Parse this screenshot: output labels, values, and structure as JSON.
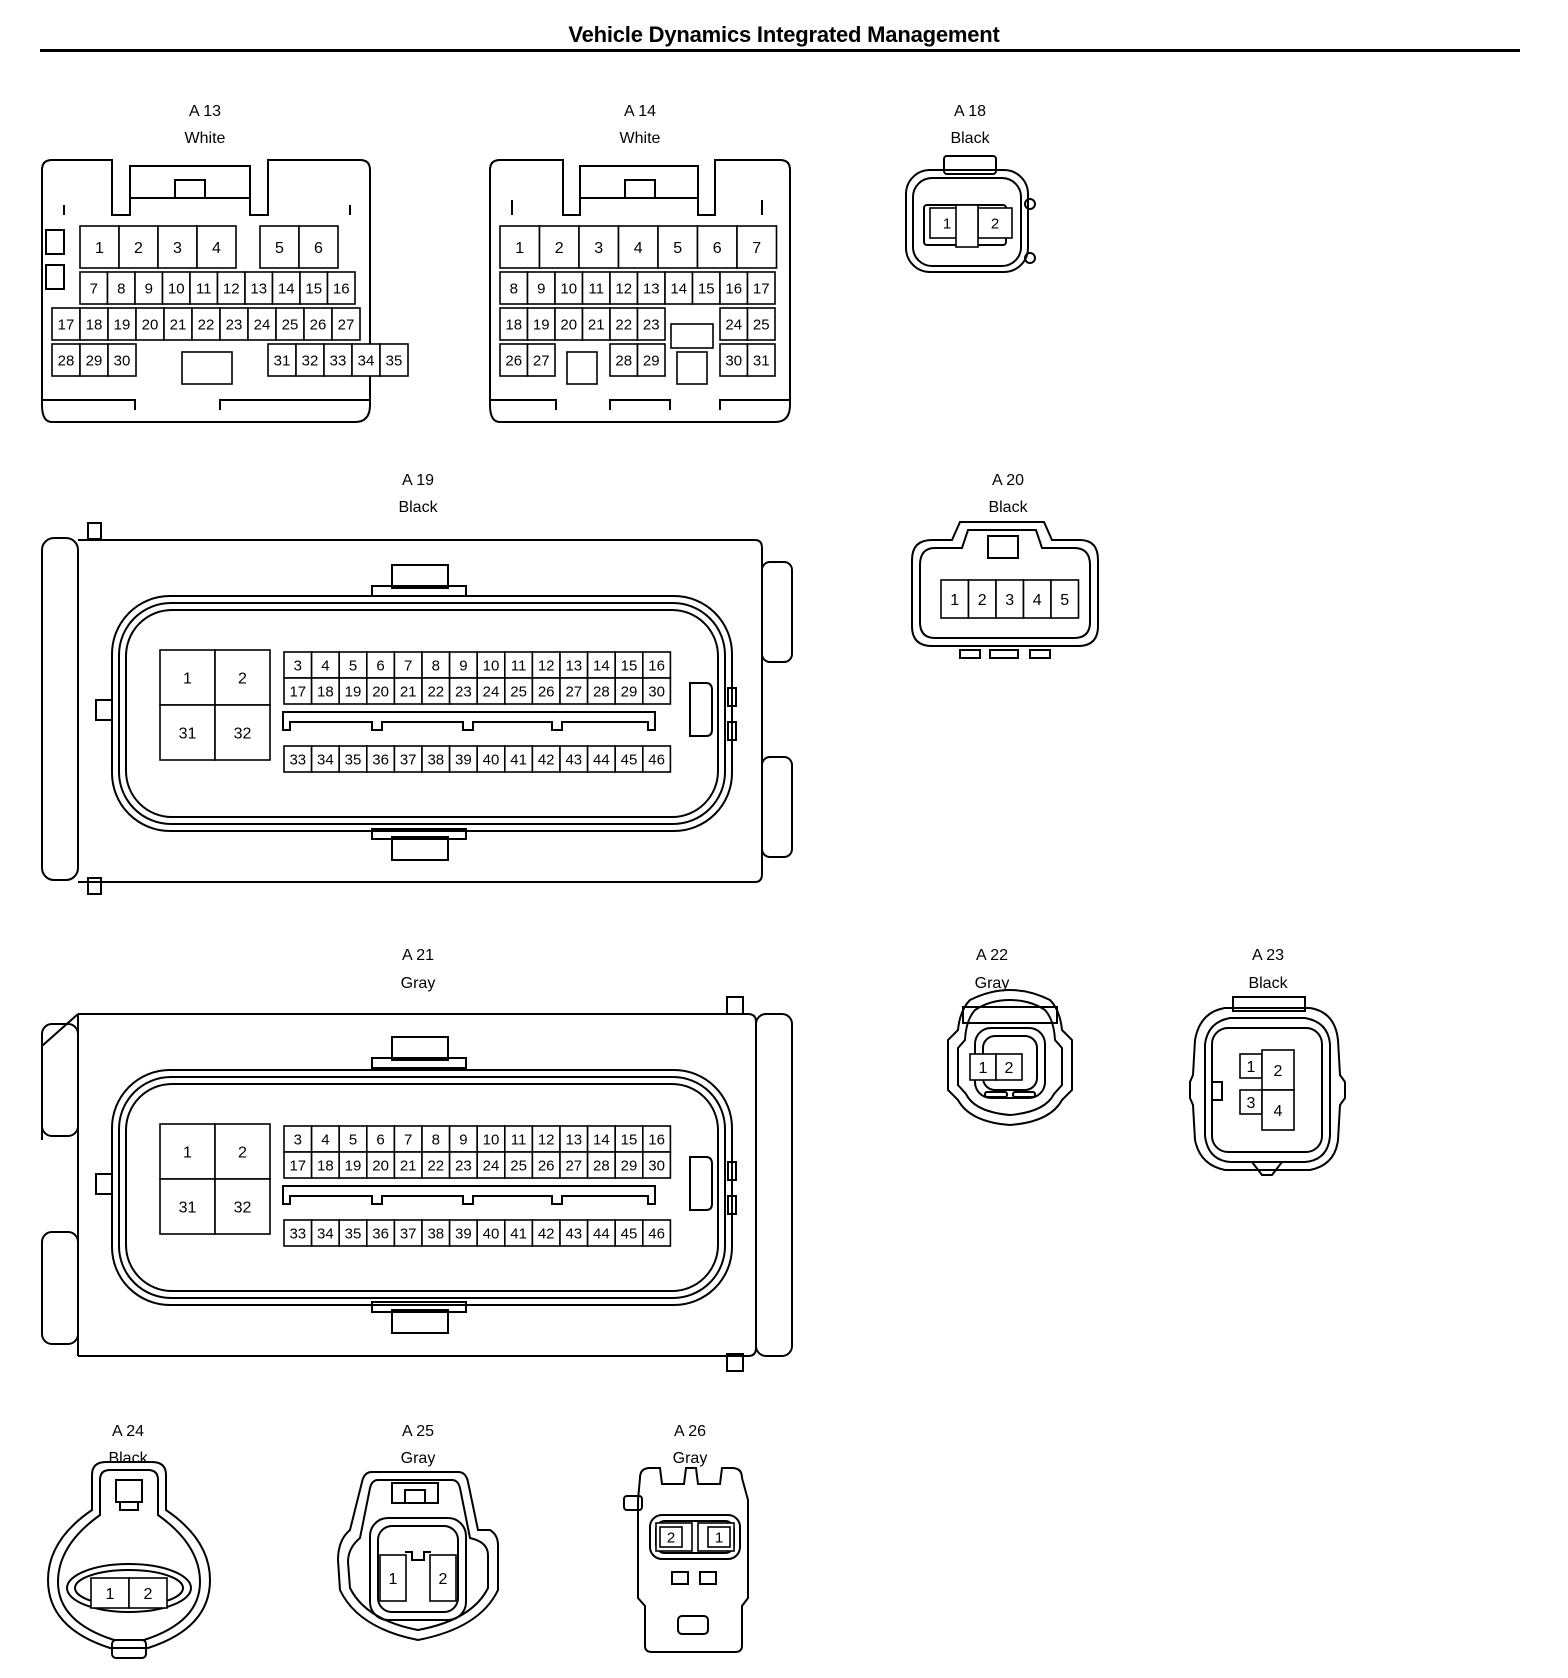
{
  "title": "Vehicle Dynamics Integrated Management",
  "connectors": [
    {
      "id": "A13",
      "code": "A 13",
      "color": "White"
    },
    {
      "id": "A14",
      "code": "A 14",
      "color": "White"
    },
    {
      "id": "A18",
      "code": "A 18",
      "color": "Black"
    },
    {
      "id": "A19",
      "code": "A 19",
      "color": "Black"
    },
    {
      "id": "A20",
      "code": "A 20",
      "color": "Black"
    },
    {
      "id": "A21",
      "code": "A 21",
      "color": "Gray"
    },
    {
      "id": "A22",
      "code": "A 22",
      "color": "Gray"
    },
    {
      "id": "A23",
      "code": "A 23",
      "color": "Black"
    },
    {
      "id": "A24",
      "code": "A 24",
      "color": "Black"
    },
    {
      "id": "A25",
      "code": "A 25",
      "color": "Gray"
    },
    {
      "id": "A26",
      "code": "A 26",
      "color": "Gray"
    }
  ],
  "pins": {
    "A13": {
      "row1": [
        "1",
        "2",
        "3",
        "4",
        "",
        "5",
        "6"
      ],
      "row2": [
        "7",
        "8",
        "9",
        "10",
        "11",
        "12",
        "13",
        "14",
        "15",
        "16"
      ],
      "row3": [
        "17",
        "18",
        "19",
        "20",
        "21",
        "22",
        "23",
        "24",
        "25",
        "26",
        "27"
      ],
      "row4": [
        "28",
        "29",
        "30",
        "",
        "31",
        "32",
        "33",
        "34",
        "35"
      ]
    },
    "A14": {
      "row1": [
        "1",
        "2",
        "3",
        "4",
        "5",
        "6",
        "7"
      ],
      "row2": [
        "8",
        "9",
        "10",
        "11",
        "12",
        "13",
        "14",
        "15",
        "16",
        "17"
      ],
      "row3": [
        "18",
        "19",
        "20",
        "21",
        "22",
        "23",
        "",
        "24",
        "25"
      ],
      "row4": [
        "26",
        "27",
        "",
        "28",
        "29",
        "",
        "30",
        "31"
      ]
    },
    "A18": [
      "1",
      "2"
    ],
    "A19": {
      "big": [
        "1",
        "2",
        "31",
        "32"
      ],
      "row1": [
        "3",
        "4",
        "5",
        "6",
        "7",
        "8",
        "9",
        "10",
        "11",
        "12",
        "13",
        "14",
        "15",
        "16"
      ],
      "row2": [
        "17",
        "18",
        "19",
        "20",
        "21",
        "22",
        "23",
        "24",
        "25",
        "26",
        "27",
        "28",
        "29",
        "30"
      ],
      "row3": [
        "33",
        "34",
        "35",
        "36",
        "37",
        "38",
        "39",
        "40",
        "41",
        "42",
        "43",
        "44",
        "45",
        "46"
      ]
    },
    "A20": [
      "1",
      "2",
      "3",
      "4",
      "5"
    ],
    "A21": {
      "big": [
        "1",
        "2",
        "31",
        "32"
      ],
      "row1": [
        "3",
        "4",
        "5",
        "6",
        "7",
        "8",
        "9",
        "10",
        "11",
        "12",
        "13",
        "14",
        "15",
        "16"
      ],
      "row2": [
        "17",
        "18",
        "19",
        "20",
        "21",
        "22",
        "23",
        "24",
        "25",
        "26",
        "27",
        "28",
        "29",
        "30"
      ],
      "row3": [
        "33",
        "34",
        "35",
        "36",
        "37",
        "38",
        "39",
        "40",
        "41",
        "42",
        "43",
        "44",
        "45",
        "46"
      ]
    },
    "A22": [
      "1",
      "2"
    ],
    "A23": [
      "1",
      "2",
      "3",
      "4"
    ],
    "A24": [
      "1",
      "2"
    ],
    "A25": [
      "1",
      "2"
    ],
    "A26": [
      "2",
      "1"
    ]
  }
}
